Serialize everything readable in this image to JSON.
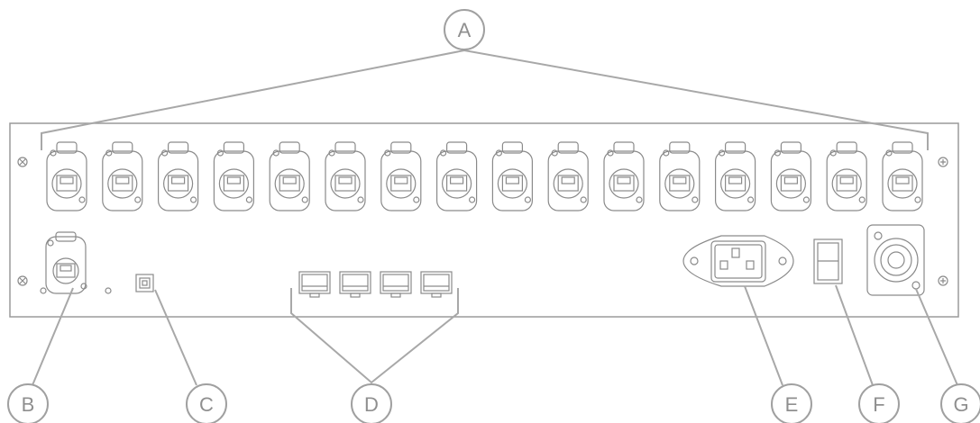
{
  "diagram": {
    "labels": [
      {
        "id": "A",
        "text": "A"
      },
      {
        "id": "B",
        "text": "B"
      },
      {
        "id": "C",
        "text": "C"
      },
      {
        "id": "D",
        "text": "D"
      },
      {
        "id": "E",
        "text": "E"
      },
      {
        "id": "F",
        "text": "F"
      },
      {
        "id": "G",
        "text": "G"
      }
    ],
    "components": {
      "rj45_ports_top_row": 16,
      "rj45_ports_bottom_left": 1,
      "usb_b_ports": 1,
      "sfp_ports": 4,
      "iec_power_inlet": 1,
      "power_switch": 1,
      "speakon_connector": 1
    }
  },
  "colors": {
    "stroke": "#9a9a9a",
    "leader": "#a8a8a8",
    "label_text": "#8f8f8f",
    "background": "#ffffff"
  }
}
